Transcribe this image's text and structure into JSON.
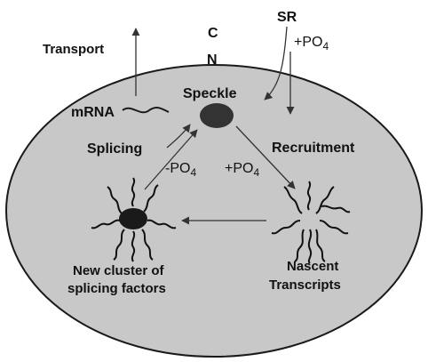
{
  "labels": {
    "transport": "Transport",
    "cytoplasm": "C",
    "nucleus": "N",
    "sr": "SR",
    "plus_po4_top": "+PO",
    "plus_po4_top_sub": "4",
    "mrna": "mRNA",
    "speckle": "Speckle",
    "splicing": "Splicing",
    "recruitment": "Recruitment",
    "minus_po4": "-PO",
    "minus_po4_sub": "4",
    "plus_po4_mid": "+PO",
    "plus_po4_mid_sub": "4",
    "new_cluster_line1": "New cluster of",
    "new_cluster_line2": "splicing  factors",
    "nascent_line1": "Nascent",
    "nascent_line2": "Transcripts"
  },
  "colors": {
    "nucleus_fill": "#c8c8c8",
    "outline": "#1a1a1a",
    "speckle": "#333333",
    "arrow": "#333333"
  }
}
